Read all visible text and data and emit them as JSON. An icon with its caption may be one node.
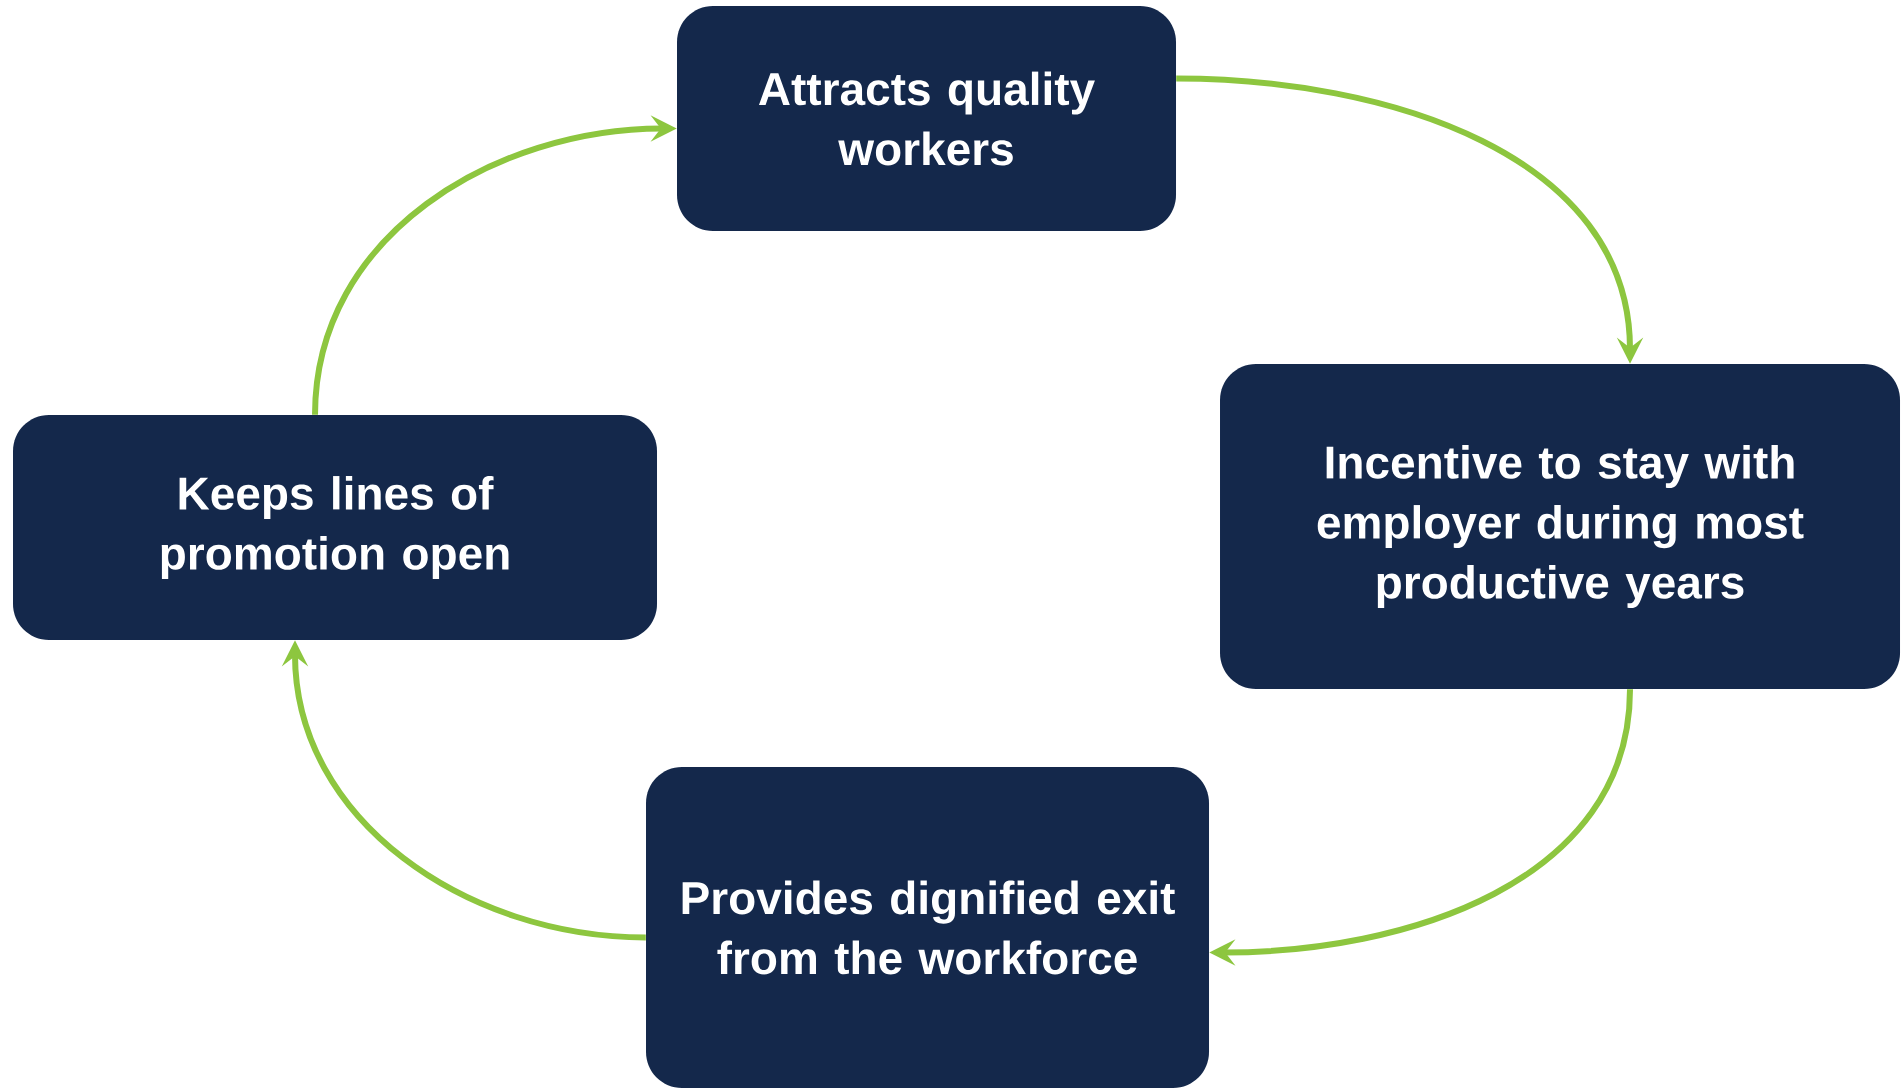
{
  "diagram": {
    "nodes": [
      {
        "text": [
          "Attracts quality workers"
        ]
      },
      {
        "text": [
          "Incentive to stay with employer during most productive years"
        ]
      },
      {
        "text": [
          "Provides dignified exit from the workforce"
        ]
      },
      {
        "text": [
          "Keeps lines of promotion open"
        ]
      }
    ],
    "edges": [
      {
        "from": 0,
        "to": 1,
        "arrow": "to"
      },
      {
        "from": 1,
        "to": 2,
        "arrow": "to"
      },
      {
        "from": 2,
        "to": 3,
        "arrow": "to"
      },
      {
        "from": 3,
        "to": 0,
        "arrow": "to"
      }
    ]
  }
}
